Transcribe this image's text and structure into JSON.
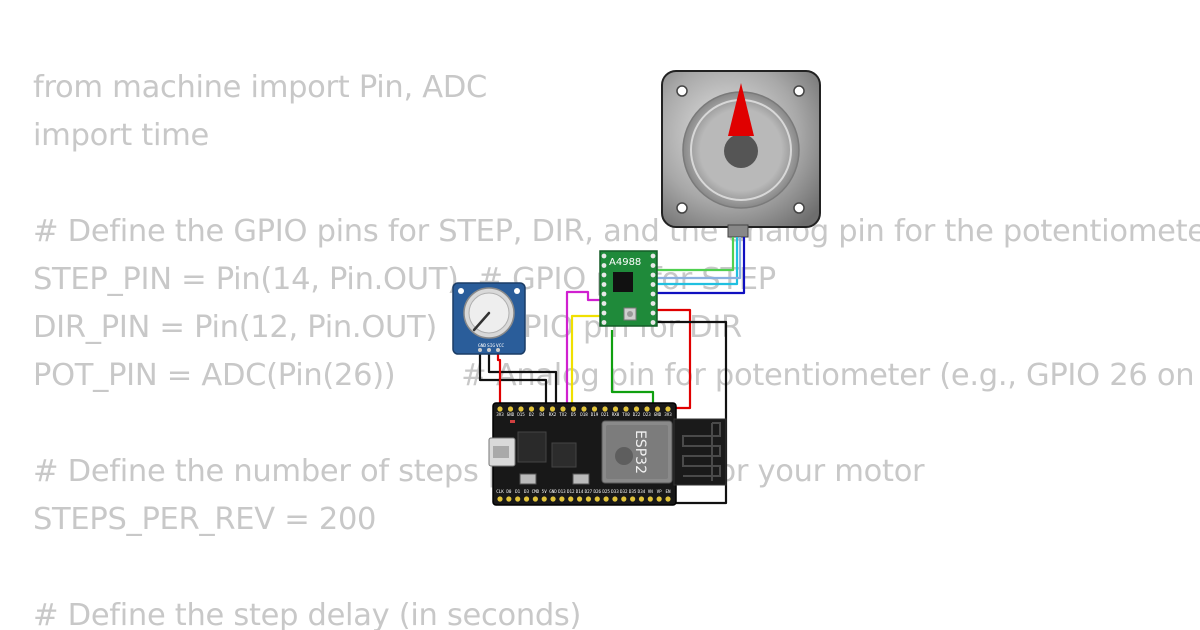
{
  "code_lines": [
    "from machine import Pin, ADC",
    "import time",
    "",
    "# Define the GPIO pins for STEP, DIR, and the analog pin for the potentiometer",
    "STEP_PIN = Pin(14, Pin.OUT)  # GPIO pin for STEP",
    "DIR_PIN = Pin(12, Pin.OUT)   # GPIO pin for DIR",
    "POT_PIN = ADC(Pin(26))       # Analog pin for potentiometer (e.g., GPIO 26 on",
    "",
    "# Define the number of steps per revolution for your motor",
    "STEPS_PER_REV = 200",
    "",
    "# Define the step delay (in seconds)"
  ],
  "driver": {
    "label": "A4988"
  },
  "potentiometer": {
    "pin_labels": [
      "GND",
      "SIG",
      "VCC"
    ]
  },
  "esp32": {
    "chip_label": "ESP32",
    "top_pins": [
      "3V3",
      "GND",
      "D15",
      "D2",
      "D4",
      "RX2",
      "TX2",
      "D5",
      "D18",
      "D19",
      "D21",
      "RX0",
      "TX0",
      "D22",
      "D23",
      "GND",
      "3V3"
    ],
    "bottom_pins": [
      "CLK",
      "D0",
      "D1",
      "D3",
      "CMD",
      "5V",
      "GND",
      "D13",
      "D12",
      "D14",
      "D27",
      "D26",
      "D25",
      "D33",
      "D32",
      "D35",
      "D34",
      "VN",
      "VP",
      "EN"
    ]
  },
  "colors": {
    "code_text": "#c8c8c8",
    "wire_red": "#e00000",
    "wire_black": "#111111",
    "wire_yellow": "#f0e000",
    "wire_magenta": "#d020d0",
    "wire_green": "#10a010",
    "wire_blue": "#1010c0",
    "wire_cyan": "#20c0e0",
    "wire_lightgreen": "#50d050",
    "driver_pcb": "#1f8a3a",
    "pot_pcb": "#2a5d9a",
    "esp32_pcb": "#181818",
    "motor_body": "#9a9a9a",
    "needle": "#e00000"
  }
}
